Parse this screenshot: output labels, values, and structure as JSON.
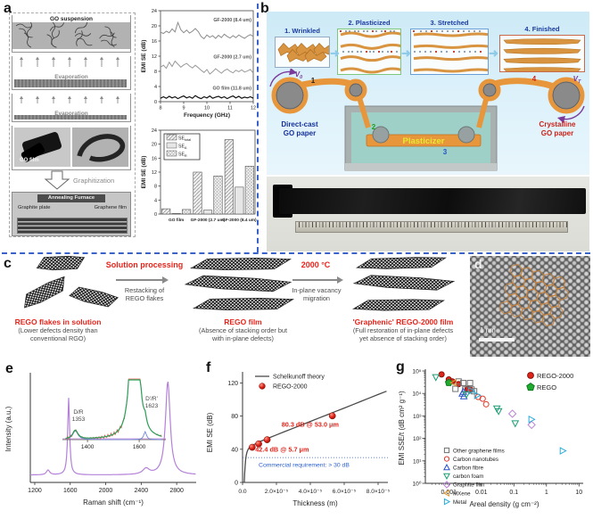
{
  "panel_a": {
    "label": "a",
    "flow": {
      "beaker1_label": "GO suspension",
      "beaker2_label": "Evaporation",
      "beaker3_label": "Evaporation",
      "film_label": "GO film",
      "arrow_label": "Graphitization",
      "furnace_label": "Annealing Furnace",
      "plate_label": "Graphite plate",
      "graphene_label": "Graphene film"
    }
  },
  "panel_b": {
    "label": "b",
    "stages": [
      {
        "title": "1. Wrinkled"
      },
      {
        "title": "2. Plasticized"
      },
      {
        "title": "3. Stretched"
      },
      {
        "title": "4. Finished"
      }
    ],
    "v_left": {
      "base": "V",
      "sub": "0"
    },
    "v_right": {
      "base": "V",
      "sub": "T"
    },
    "left_caption_line1": "Direct-cast",
    "left_caption_line2": "GO paper",
    "right_caption_line1": "Crystalline",
    "right_caption_line2": "GO paper",
    "bath_label": "Plasticizer",
    "markers": [
      "1",
      "2",
      "3",
      "4"
    ],
    "colors": {
      "stage_borders": [
        "#92aac4",
        "#7cc87c",
        "#6aa0d8",
        "#c8694a"
      ],
      "left_caption": "#16329a",
      "right_caption": "#cc2218",
      "bath_label_color": "#e8e832",
      "marker_colors": [
        "#222222",
        "#18a018",
        "#2255cc",
        "#d02018"
      ]
    }
  },
  "panel_c": {
    "label": "c",
    "arrow1_title": "Solution processing",
    "arrow1_sub_line1": "Restacking of",
    "arrow1_sub_line2": "REGO flakes",
    "arrow2_title": "2000 °C",
    "arrow2_sub_line1": "In-plane vacancy",
    "arrow2_sub_line2": "migration",
    "item1_title": "REGO flakes in solution",
    "item1_sub_line1": "(Lower defects density than",
    "item1_sub_line2": "conventional RGO)",
    "item2_title": "REGO film",
    "item2_sub_line1": "(Absence of stacking order but",
    "item2_sub_line2": "with in-plane defects)",
    "item3_title": "'Graphenic' REGO-2000 film",
    "item3_sub_line1": "(Full restoration of in-plane defects",
    "item3_sub_line2": "yet absence of stacking order)"
  },
  "panel_d": {
    "label": "d",
    "scale_label": "1 nm"
  },
  "panel_e_label": "e",
  "panel_f_label": "f",
  "panel_g_label": "g",
  "chart_data": [
    {
      "id": "a_line",
      "type": "line",
      "xlabel": "Frequency (GHz)",
      "ylabel": "EMI SE (dB)",
      "xlim": [
        8,
        12
      ],
      "ylim": [
        0,
        24
      ],
      "xticks": [
        8,
        9,
        10,
        11,
        12
      ],
      "yticks": [
        0,
        4,
        8,
        12,
        16,
        20,
        24
      ],
      "series": [
        {
          "name": "GF-2000 (8.4 um)",
          "color": "#8c8c8c",
          "width": 1.0,
          "label_y": 21.2,
          "y": [
            18.3,
            18.0,
            18.6,
            18.2,
            19.2,
            18.4,
            20.9,
            19.0,
            18.2,
            18.9,
            18.1,
            18.6,
            19.3,
            18.5,
            17.2,
            16.6,
            17.6,
            17.0,
            17.4,
            16.7,
            17.5,
            16.9,
            17.8,
            17.2,
            16.8,
            17.4,
            16.9,
            17.6,
            17.1,
            16.7,
            17.3,
            17.7,
            17.2
          ]
        },
        {
          "name": "GF-2000 (2.7 um)",
          "color": "#9a9a9a",
          "width": 1.0,
          "label_y": 11.4,
          "y": [
            9.1,
            9.6,
            8.8,
            10.4,
            9.3,
            10.7,
            9.9,
            9.1,
            9.7,
            10.1,
            9.4,
            8.9,
            9.6,
            9.0,
            8.3,
            7.7,
            8.5,
            7.3,
            7.9,
            8.7,
            8.1,
            7.5,
            8.2,
            8.6,
            8.0,
            7.6,
            8.3,
            7.9,
            8.4,
            7.8,
            8.1,
            8.5,
            7.5
          ]
        },
        {
          "name": "GO film (11.8 um)",
          "color": "#111111",
          "width": 1.2,
          "label_y": 3.2,
          "y": [
            0.9,
            1.3,
            0.9,
            1.4,
            1.0,
            1.3,
            0.8,
            1.2,
            1.5,
            1.0,
            1.3,
            0.9,
            1.6,
            1.1,
            0.8,
            1.3,
            1.0,
            1.5,
            0.9,
            1.2,
            1.4,
            1.0,
            1.3,
            0.8,
            1.2,
            1.5,
            1.0,
            1.4,
            0.9,
            1.2,
            1.0,
            1.3,
            0.9
          ]
        }
      ]
    },
    {
      "id": "a_bar",
      "type": "bar",
      "ylabel": "EMI SE (dB)",
      "ylim": [
        0,
        24
      ],
      "yticks": [
        0,
        4,
        8,
        12,
        16,
        20,
        24
      ],
      "categories": [
        "GO film",
        "GF-2000 (2.7 um)",
        "GF-2000 (8.4 um)"
      ],
      "series": [
        {
          "name_base": "SE",
          "name_sub": "total",
          "pattern": "hatch",
          "values": [
            1.5,
            12.0,
            21.3
          ]
        },
        {
          "name_base": "SE",
          "name_sub": "A",
          "pattern": "plain",
          "values": [
            0.15,
            1.1,
            7.7
          ]
        },
        {
          "name_base": "SE",
          "name_sub": "R",
          "pattern": "cross",
          "values": [
            1.3,
            10.9,
            13.7
          ]
        }
      ]
    },
    {
      "id": "raman",
      "type": "line",
      "xlabel": "Raman shift (cm⁻¹)",
      "ylabel": "Intensity (a.u.)",
      "xlim": [
        1150,
        3020
      ],
      "xticks": [
        1200,
        1600,
        2000,
        2400,
        2800
      ],
      "curve_color": "#b481d8",
      "peaks": [
        {
          "center": 1350,
          "height": 0.05,
          "width": 22
        },
        {
          "center": 1582,
          "height": 0.8,
          "width": 13
        },
        {
          "center": 2455,
          "height": 0.06,
          "width": 45
        },
        {
          "center": 2700,
          "height": 0.97,
          "width": 32
        }
      ],
      "baseline": 0.04,
      "inset": {
        "xticks": [
          1400,
          1600
        ],
        "peak_labels": [
          {
            "line1": "D/R",
            "line2": "1353"
          },
          {
            "line1": "D'/R'",
            "line2": "1623"
          }
        ],
        "colors": {
          "data": "#e05548",
          "fit": "#2ca05a",
          "peaks": "#7088d8",
          "baseline": "#cc88dd"
        }
      }
    },
    {
      "id": "f_se_thickness",
      "type": "line+scatter",
      "xlabel": "Thickness (m)",
      "ylabel": "EMI SE (dB)",
      "xtick_labels": [
        "0.0",
        "2.0×10⁻⁵",
        "4.0×10⁻⁵",
        "6.0×10⁻⁵",
        "8.0×10⁻⁵"
      ],
      "xtick_values_e5": [
        0,
        2,
        4,
        6,
        8
      ],
      "yticks": [
        0,
        40,
        80,
        120
      ],
      "legend": [
        {
          "label": "Schelkunoff theory",
          "type": "line",
          "color": "#4a4a4a"
        },
        {
          "label": "REGO-2000",
          "type": "point",
          "color": "#e0251b"
        }
      ],
      "theory_curve_e5": [
        [
          0.1,
          0
        ],
        [
          0.12,
          10
        ],
        [
          0.15,
          20
        ],
        [
          0.18,
          27
        ],
        [
          0.22,
          33
        ],
        [
          0.27,
          37
        ],
        [
          0.33,
          40
        ],
        [
          0.42,
          42.5
        ],
        [
          0.55,
          44.5
        ],
        [
          0.75,
          46.5
        ],
        [
          1.0,
          49
        ],
        [
          1.5,
          53.2
        ],
        [
          2.0,
          57.3
        ],
        [
          2.5,
          61.4
        ],
        [
          3.0,
          65.4
        ],
        [
          3.5,
          69.5
        ],
        [
          4.0,
          73.5
        ],
        [
          4.5,
          77.6
        ],
        [
          5.0,
          81.6
        ],
        [
          5.5,
          85.7
        ],
        [
          6.0,
          89.7
        ],
        [
          6.5,
          93.8
        ],
        [
          7.0,
          97.8
        ],
        [
          7.5,
          101.9
        ],
        [
          8.0,
          106.0
        ],
        [
          8.5,
          110.0
        ]
      ],
      "points_e5": [
        [
          0.57,
          42.4
        ],
        [
          0.95,
          46.5
        ],
        [
          1.45,
          51.5
        ],
        [
          5.3,
          80.3
        ]
      ],
      "annotation_high": "80.3 dB @ 53.0 μm",
      "annotation_low": "42.4 dB @ 5.7 μm",
      "requirement_text": "Commercial requirement: > 30 dB",
      "requirement_line_y": 30,
      "accent_red": "#e0251b",
      "accent_blue": "#2a5fd0"
    },
    {
      "id": "g_sse",
      "type": "scatter-loglog",
      "xlabel": "Areal density (g cm⁻²)",
      "ylabel": "EMI SSE/t (dB cm² g⁻¹)",
      "xtick_labels": [
        "0.001",
        "0.01",
        "0.1",
        "1",
        "10"
      ],
      "xtick_values": [
        0.001,
        0.01,
        0.1,
        1,
        10
      ],
      "ytick_labels": [
        "10⁰",
        "10¹",
        "10²",
        "10³",
        "10⁴",
        "10⁵"
      ],
      "series": [
        {
          "name": "REGO-2000",
          "marker": "circle",
          "color": "#e0251b",
          "edge": "#8a0f08",
          "filled": true,
          "points": [
            [
              0.0006,
              70000
            ],
            [
              0.001,
              42000
            ],
            [
              0.0013,
              34000
            ],
            [
              0.002,
              26000
            ],
            [
              0.0038,
              16000
            ],
            [
              0.0045,
              15000
            ]
          ]
        },
        {
          "name": "REGO",
          "marker": "pentagon",
          "color": "#1faa30",
          "edge": "#0d7a1e",
          "filled": true,
          "points": [
            [
              0.001,
              30000
            ]
          ]
        },
        {
          "name": "Other graphene films",
          "marker": "square",
          "color": "#707070",
          "filled": false,
          "points": [
            [
              0.0016,
              16000
            ],
            [
              0.002,
              34000
            ],
            [
              0.0028,
              29000
            ],
            [
              0.0032,
              15000
            ],
            [
              0.0045,
              29000
            ],
            [
              0.005,
              15000
            ],
            [
              0.006,
              12500
            ]
          ]
        },
        {
          "name": "Carbon nanotubes",
          "marker": "circle",
          "color": "#e0392b",
          "filled": false,
          "points": [
            [
              0.0045,
              13500
            ],
            [
              0.008,
              7000
            ],
            [
              0.011,
              5800
            ],
            [
              0.014,
              3300
            ]
          ]
        },
        {
          "name": "Carbon fibre",
          "marker": "tri-up",
          "color": "#2a52c8",
          "filled": false,
          "points": [
            [
              0.0026,
              10000
            ],
            [
              0.0028,
              12000
            ],
            [
              0.0029,
              7600
            ]
          ]
        },
        {
          "name": "carbon foam",
          "marker": "tri-down",
          "color": "#1b9e74",
          "filled": false,
          "points": [
            [
              0.0004,
              52000
            ],
            [
              0.0035,
              9000
            ],
            [
              0.03,
              2100
            ],
            [
              0.034,
              1600
            ],
            [
              0.11,
              460
            ]
          ]
        },
        {
          "name": "Graphite film",
          "marker": "diamond",
          "color": "#b87fd8",
          "filled": false,
          "points": [
            [
              0.09,
              1250
            ],
            [
              0.35,
              400
            ]
          ]
        },
        {
          "name": "MXene",
          "marker": "tri-left",
          "color": "#e09a3a",
          "filled": false,
          "points": [
            [
              0.0014,
              30000
            ]
          ]
        },
        {
          "name": "Metal",
          "marker": "tri-right",
          "color": "#2bacd8",
          "filled": false,
          "points": [
            [
              0.005,
              13000
            ],
            [
              0.0075,
              8200
            ],
            [
              0.35,
              700
            ],
            [
              3.2,
              28
            ]
          ]
        }
      ],
      "legend_top": [
        "REGO-2000",
        "REGO"
      ],
      "legend_bottom": [
        "Other graphene films",
        "Carbon nanotubes",
        "Carbon fibre",
        "carbon foam",
        "Graphite film",
        "MXene",
        "Metal"
      ]
    }
  ]
}
